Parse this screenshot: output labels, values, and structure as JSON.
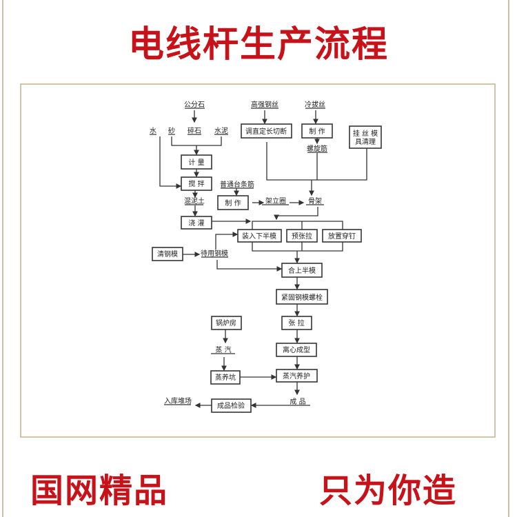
{
  "title": "电线杆生产流程",
  "slogan_left": "国网精品",
  "slogan_right": "只为你造",
  "colors": {
    "title": "#c8121a",
    "frame": "#d2c4a6"
  },
  "flow": {
    "gongfenshi": "公分石",
    "shui": "水",
    "sha": "砂",
    "suishi": "碎石",
    "shuini": "水泥",
    "jiliang": "计 量",
    "jiaoban": "搅 拌",
    "hunningtu": "混泥土",
    "jiaoguan": "浇 灌",
    "putong": "普通台条筋",
    "zhizuo1": "制 作",
    "jialiquan": "架立圈",
    "gujia": "骨架",
    "gaoqiang": "高强钢丝",
    "tiaozhi": "调直定长切断",
    "lengba": "冷拔丝",
    "zhizuo2": "制 作",
    "luoxuan": "螺旋筋",
    "guasi": [
      "挂 丝 模",
      "具清理"
    ],
    "zhuangru": "装入下半模",
    "yuzhang": "预张拉",
    "fangzhi": "放置穿钉",
    "qinggangmo": "清钢模",
    "daiyong": "待用钢模",
    "heshang": "合上半模",
    "jingu": "紧固钢模螺栓",
    "zhangla": "张 拉",
    "lixin": "离心成型",
    "zhengqiyanghu": "蒸汽养护",
    "chengpin": "成 品",
    "jianyan": "成品检验",
    "ruku": "入库堆场",
    "guolufang": "锅炉房",
    "zhengqi": "蒸 汽",
    "zhengyangkeng": "蒸养坑"
  }
}
